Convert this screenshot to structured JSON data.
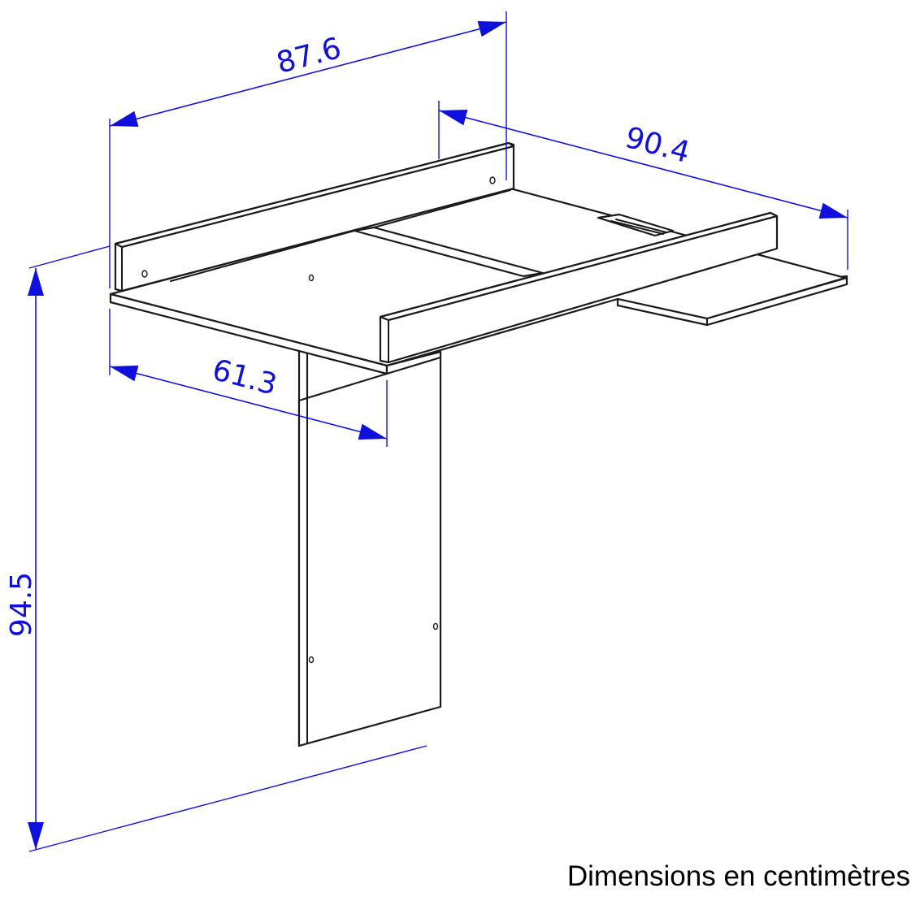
{
  "drawing": {
    "dimensions": {
      "width_top": "87.6",
      "depth_right": "90.4",
      "depth_front": "61.3",
      "height": "94.5"
    },
    "caption": "Dimensions en centimètres",
    "colors": {
      "dimension": "#1010dd",
      "object": "#1a1a1a",
      "background": "#ffffff"
    }
  }
}
